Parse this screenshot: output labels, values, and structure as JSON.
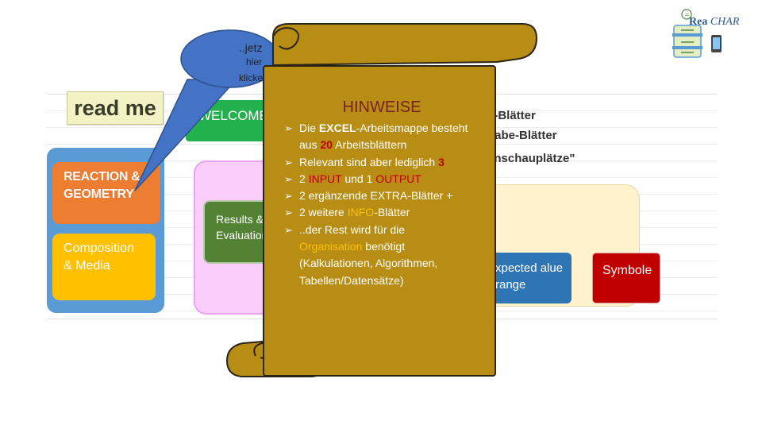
{
  "corner": {
    "rea": "Rea",
    "char": "CHAR"
  },
  "bubble": {
    "line1": "..jetz",
    "line2": "hier",
    "line3": "klicke"
  },
  "readme": {
    "label": "read me"
  },
  "left_cards": {
    "reaction": "REACTION & GEOMETRY",
    "composition": "Composition & Media"
  },
  "welcome": {
    "label": "WELCOME"
  },
  "results": {
    "label": "Results & Evaluation"
  },
  "right_headers": {
    "h1": "e-Blätter",
    "h2": "gabe-Blätter",
    "h3": "enschauplätze\""
  },
  "expected": {
    "label": "xpected alue range"
  },
  "symbole": {
    "label": "Symbole"
  },
  "scroll": {
    "title": "HINWEISE",
    "item1_a": "Die ",
    "item1_b": "EXCEL",
    "item1_c": "-Arbeitsmappe besteht",
    "item1_d": "aus ",
    "item1_e": "20",
    "item1_f": " Arbeitsblättern",
    "item2_a": "Relevant sind aber lediglich ",
    "item2_b": "3",
    "item3_a": "2 ",
    "item3_b": "INPUT",
    "item3_c": " und 1 ",
    "item3_d": "OUTPUT",
    "item4": "2 ergänzende EXTRA-Blätter +",
    "item5_a": "2 weitere ",
    "item5_b": "INFO",
    "item5_c": "-Blätter",
    "item6_a": "..der Rest wird für die",
    "item6_b": "Organisation",
    "item6_c": " benötigt",
    "item6_d": "(Kalkulationen, Algorithmen,",
    "item6_e": "Tabellen/Datensätze)"
  },
  "colors": {
    "scroll": "#b78d14",
    "bubble": "#4472c4",
    "reaction": "#ed7d31",
    "composition": "#ffc000",
    "welcome": "#22b14c",
    "results": "#548235",
    "expected": "#2e75b6",
    "symbole": "#c00000"
  }
}
